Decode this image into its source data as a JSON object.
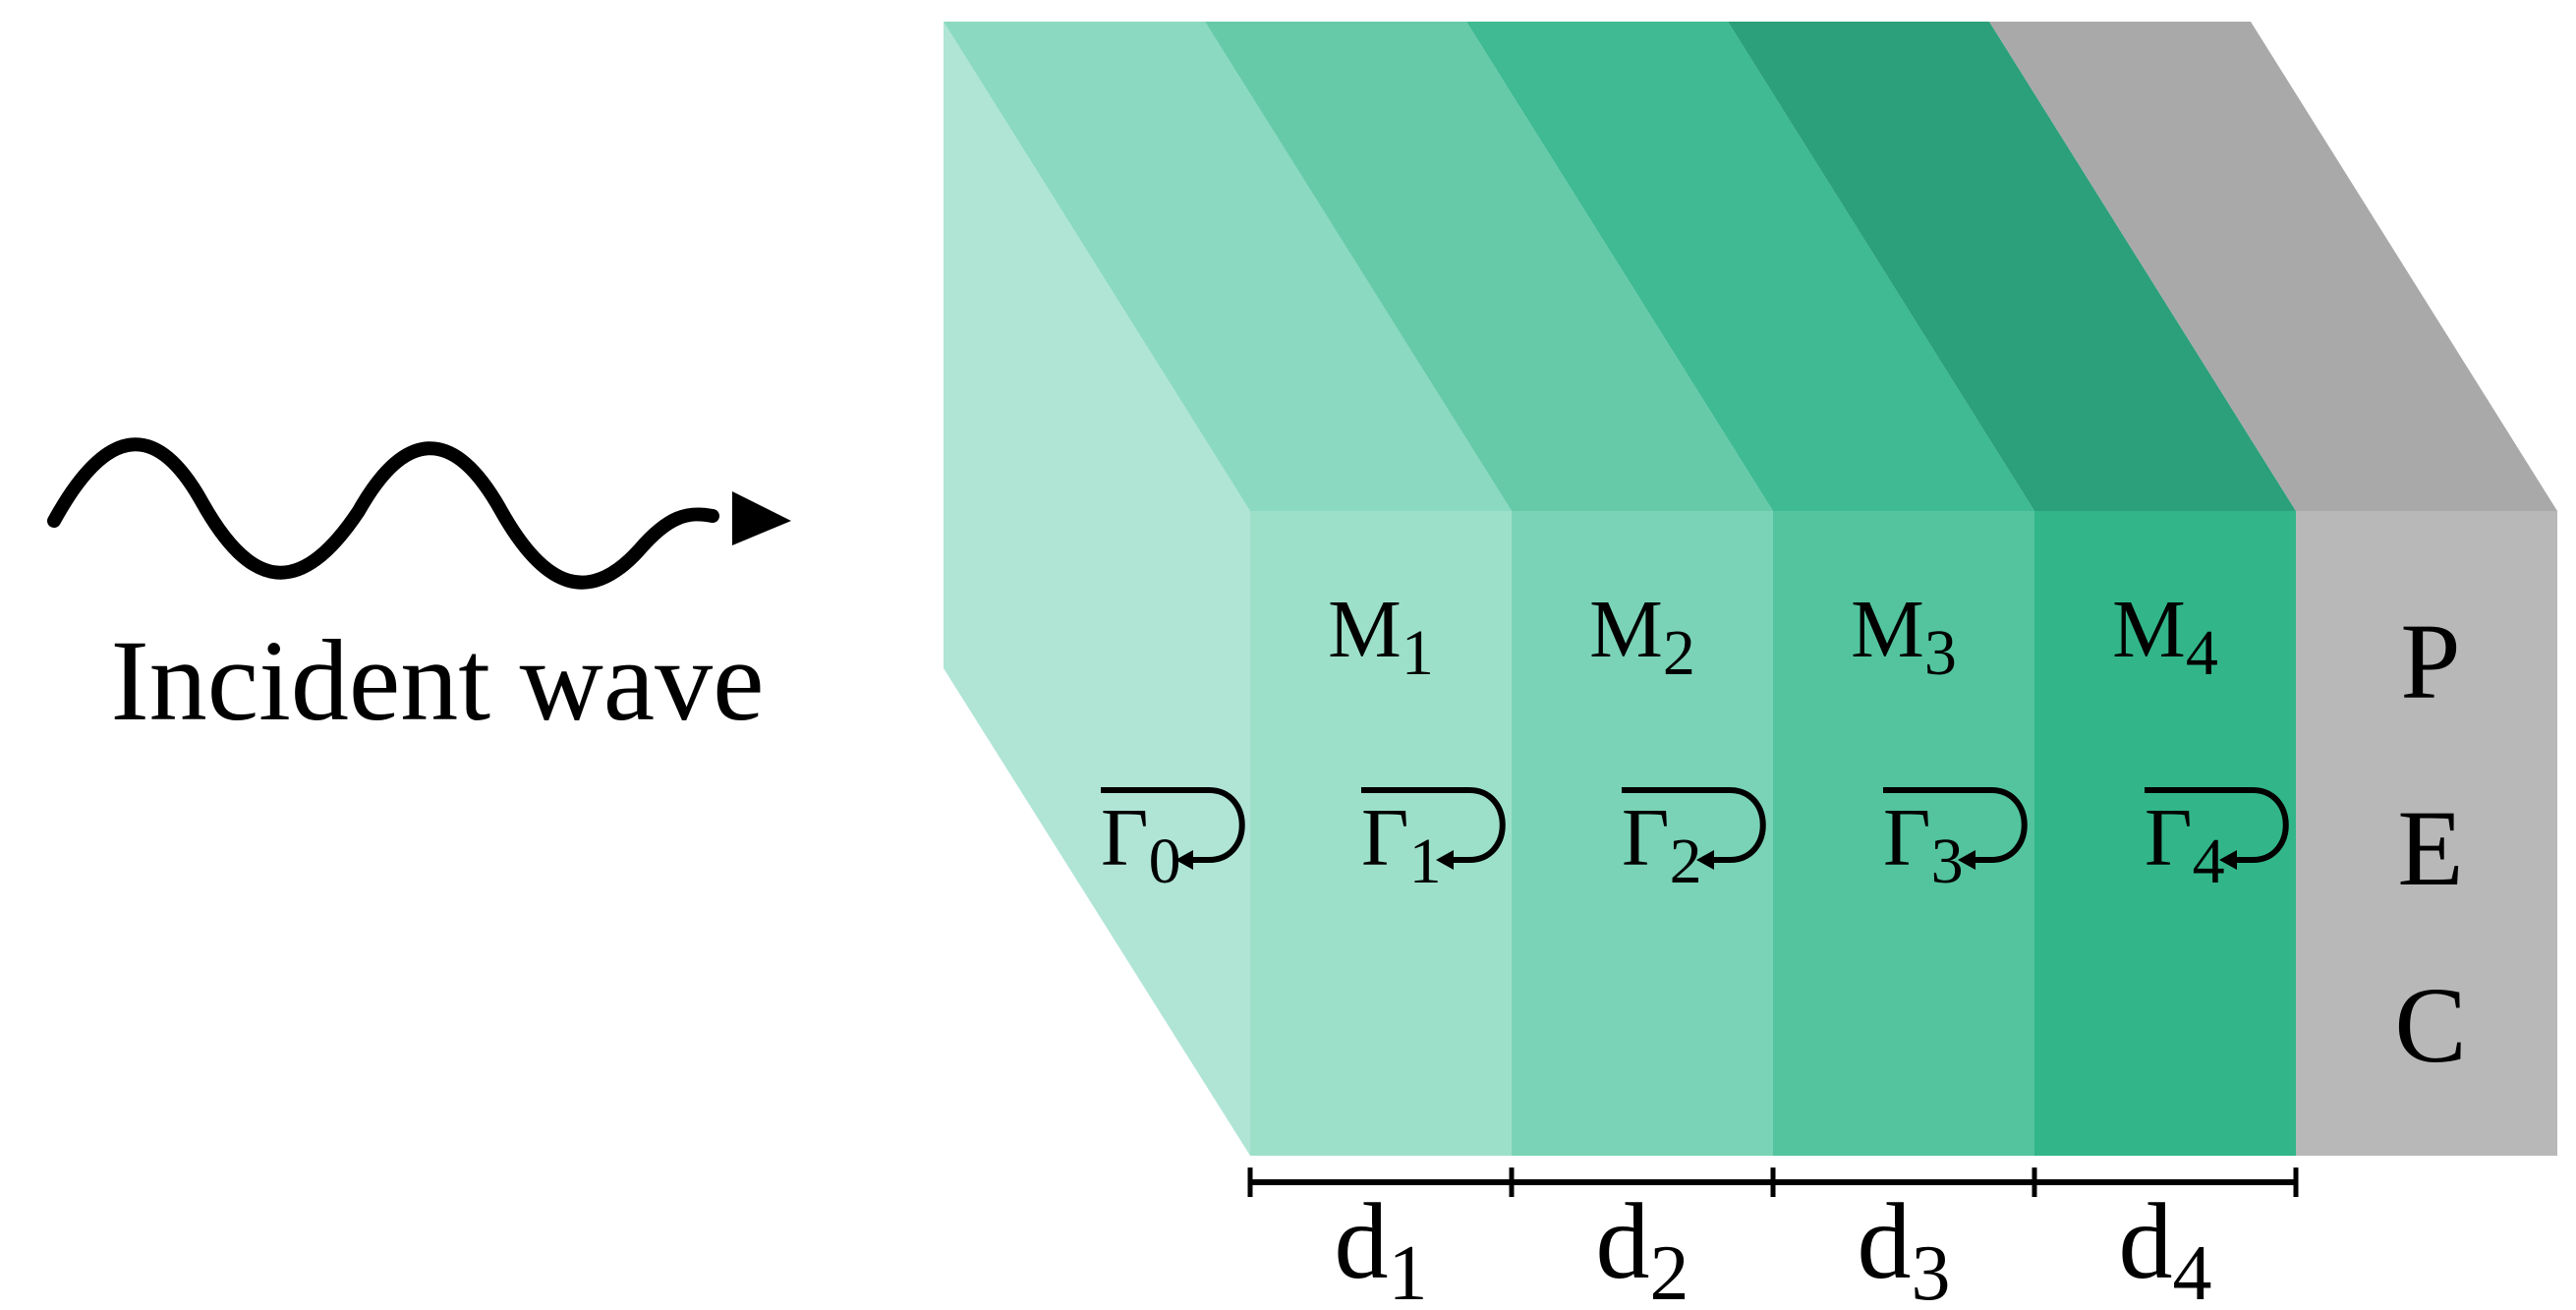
{
  "incident": {
    "label": "Incident wave"
  },
  "layers": [
    {
      "name": "M",
      "sub": "1",
      "gamma_sub": "1",
      "d_sub": "1",
      "front": "#9de0c9",
      "top": "#66caa9",
      "frontColorKey": "layer1"
    },
    {
      "name": "M",
      "sub": "2",
      "gamma_sub": "2",
      "d_sub": "2",
      "front": "#7ad3b6",
      "top": "#3fba93"
    },
    {
      "name": "M",
      "sub": "3",
      "gamma_sub": "3",
      "d_sub": "3",
      "front": "#53c49e",
      "top": "#2ba07b"
    },
    {
      "name": "M",
      "sub": "4",
      "gamma_sub": "4",
      "d_sub": "4",
      "front": "#32b689",
      "top": "#2ba07b"
    }
  ],
  "first_gamma": {
    "sub": "0"
  },
  "gamma_symbol": "Γ",
  "thickness_symbol": "d",
  "pec": {
    "letters": [
      "P",
      "E",
      "C"
    ],
    "front": "#b8b8b8",
    "top": "#a9a9a9"
  },
  "colors": {
    "side_face": "#b0e5d6",
    "top_first": "#8ad9c0",
    "stroke": "#000000"
  }
}
